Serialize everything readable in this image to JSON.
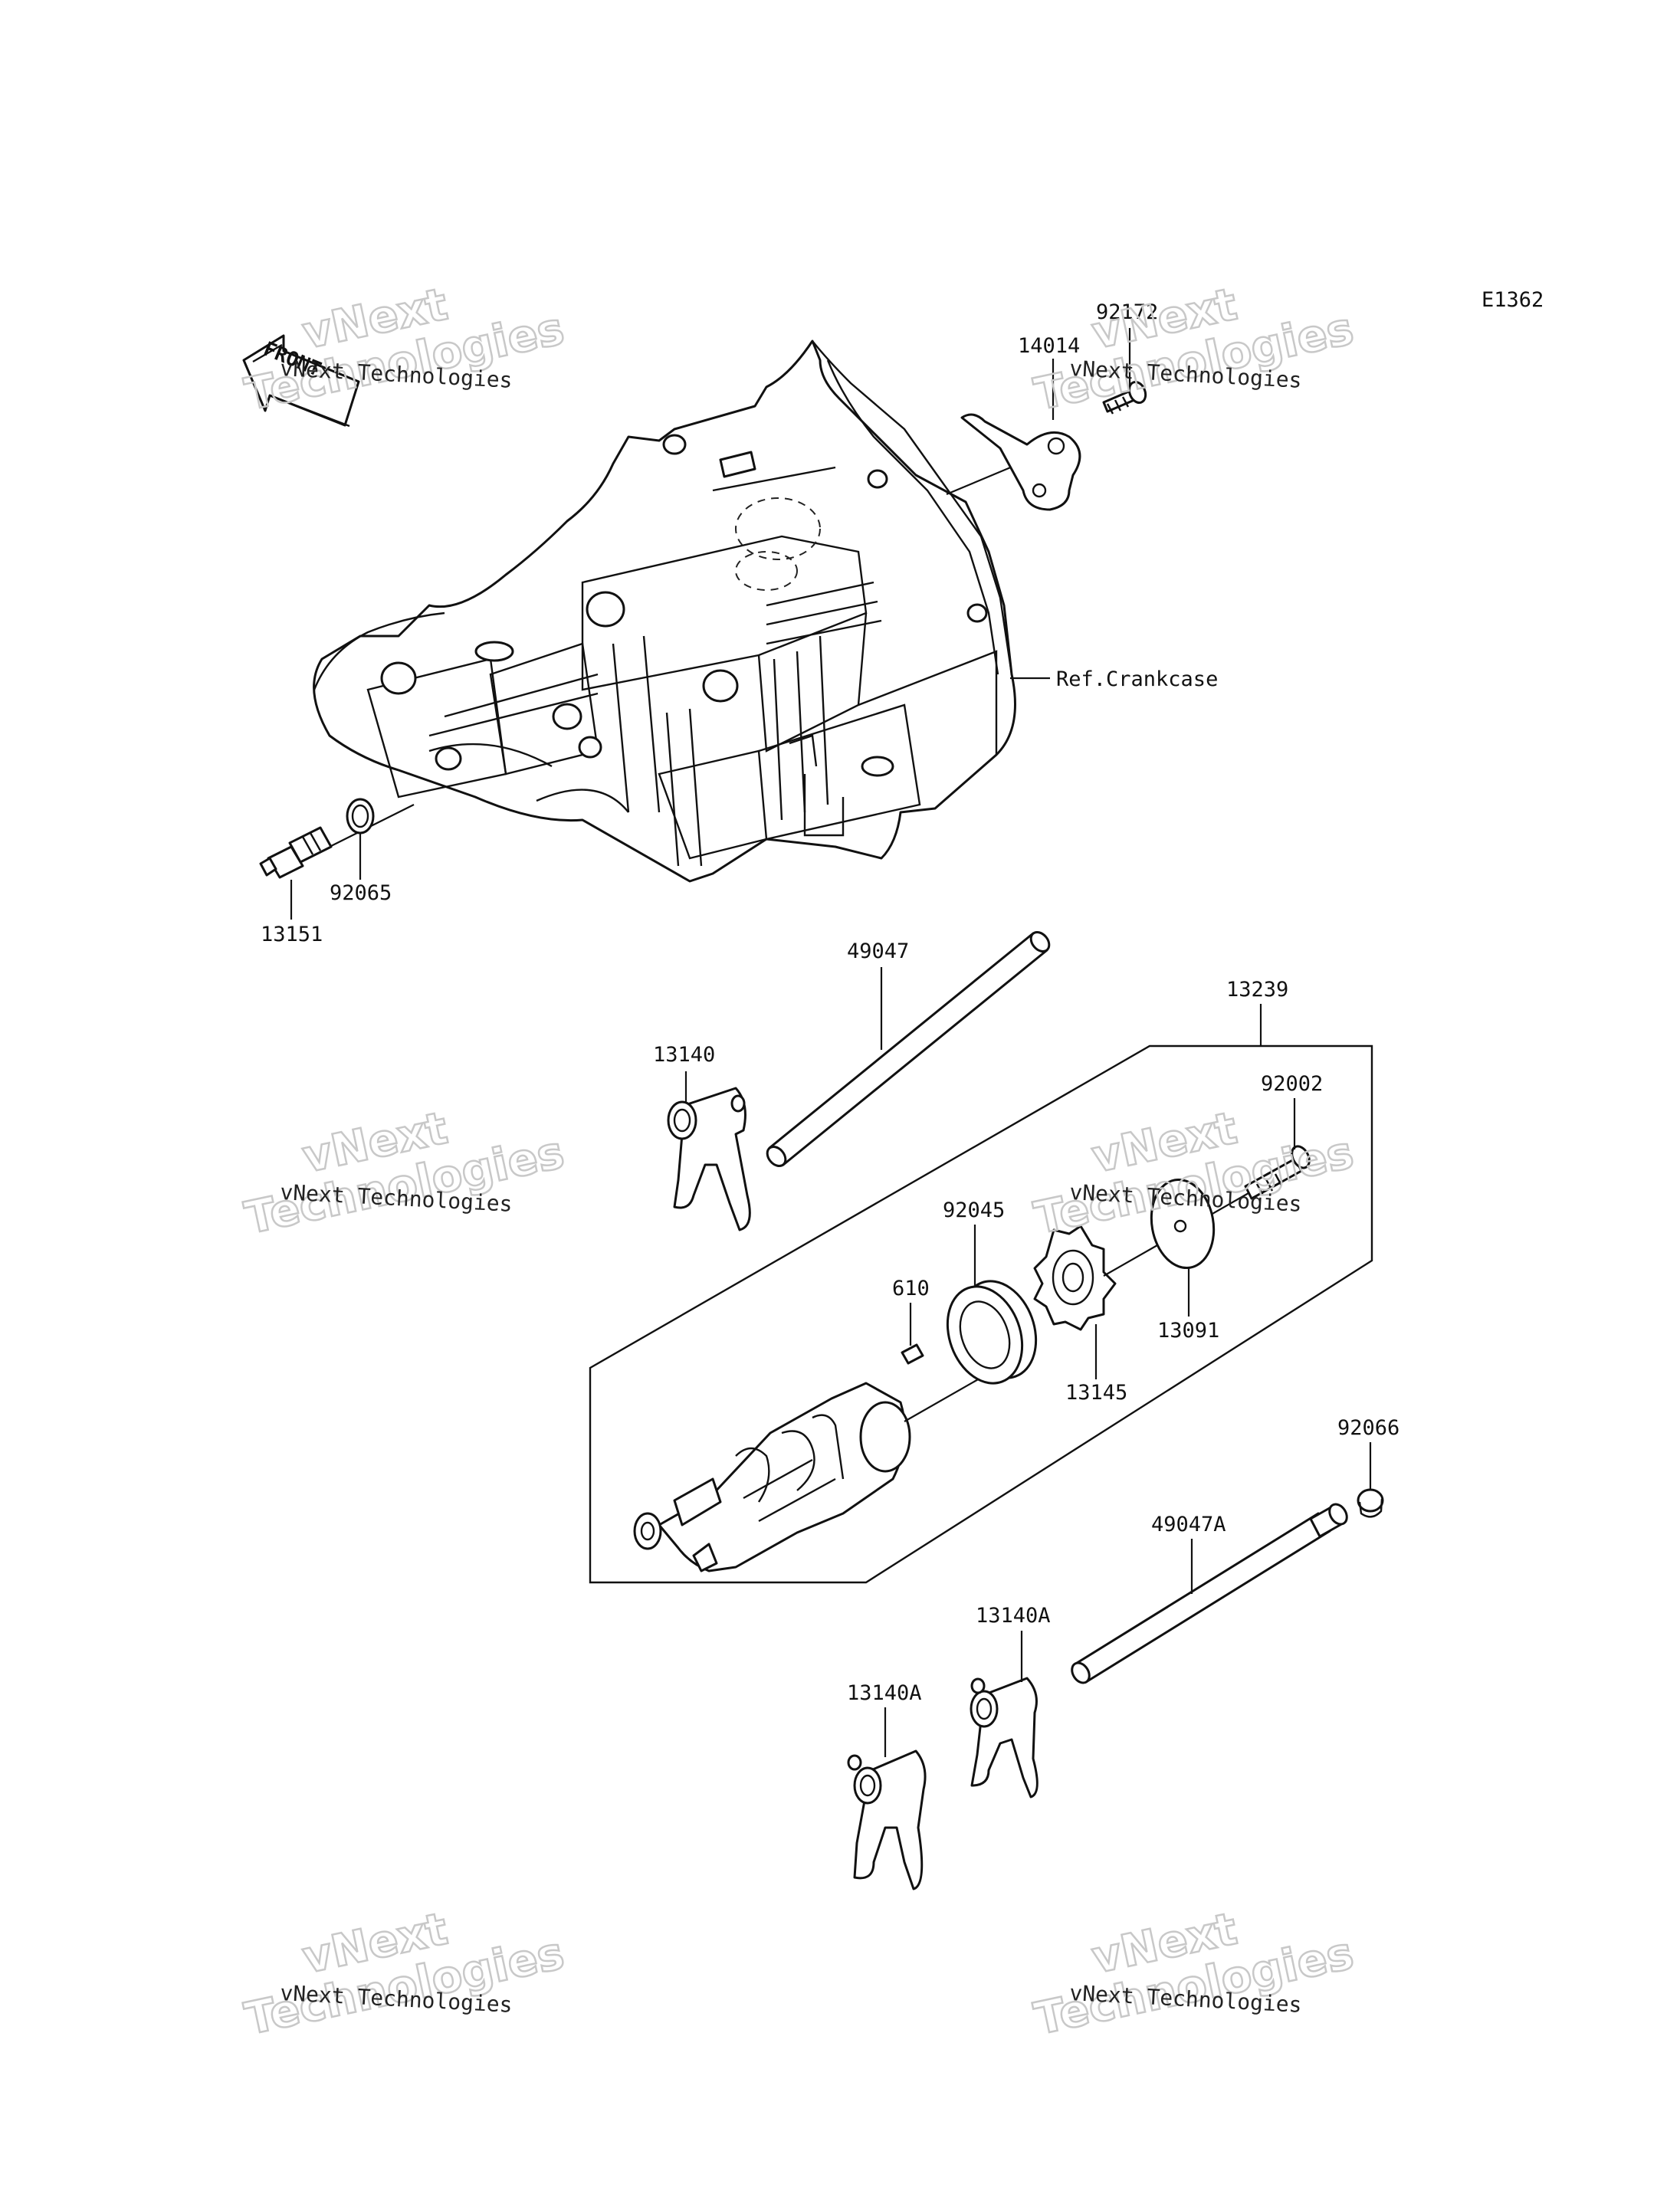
{
  "diagram_code": "E1362",
  "front_arrow_label": "FRONT",
  "reference_label": "Ref.Crankcase",
  "parts": {
    "p92172": "92172",
    "p14014": "14014",
    "p13151": "13151",
    "p92065": "92065",
    "p49047": "49047",
    "p13239": "13239",
    "p13140": "13140",
    "p92002": "92002",
    "p92045": "92045",
    "p610": "610",
    "p13091": "13091",
    "p13145": "13145",
    "p92066": "92066",
    "p49047A": "49047A",
    "p13140A_upper": "13140A",
    "p13140A_lower": "13140A"
  },
  "watermark": {
    "line1": "vNext Technologies",
    "line2_a": "vNext",
    "line2_b": "Technologies"
  }
}
